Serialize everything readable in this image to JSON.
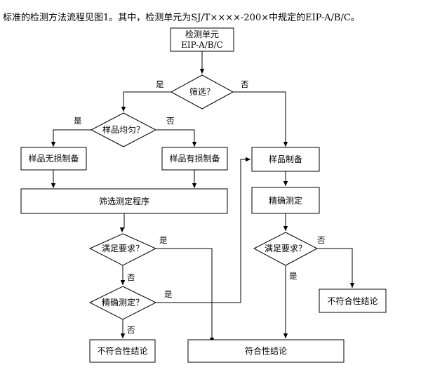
{
  "intro_text": "标准的检测方法流程见图1。其中，检测单元为SJ/T××××-200×中规定的EIP-A/B/C。",
  "nodes": {
    "unit_title": "检测单元",
    "unit_sub": "EIP-A/B/C",
    "screen": "筛选？",
    "uniform": "样品均匀？",
    "nondestructive": "样品无损制备",
    "destructive": "样品有损制备",
    "screen_proc": "筛选测定程序",
    "prep": "样品制备",
    "precise": "精确测定",
    "meet_left": "满足要求？",
    "precise_q": "精确测定？",
    "meet_right": "满足要求？",
    "noncomp_left": "不符合性结论",
    "comp": "符合性结论",
    "noncomp_right": "不符合性结论"
  },
  "edge_labels": {
    "screen_yes": "是",
    "screen_no": "否",
    "uniform_yes": "是",
    "uniform_no": "否",
    "meet_left_yes": "是",
    "meet_left_no": "否",
    "precise_yes": "是",
    "precise_no": "否",
    "meet_right_no": "否",
    "meet_right_yes": "是"
  }
}
